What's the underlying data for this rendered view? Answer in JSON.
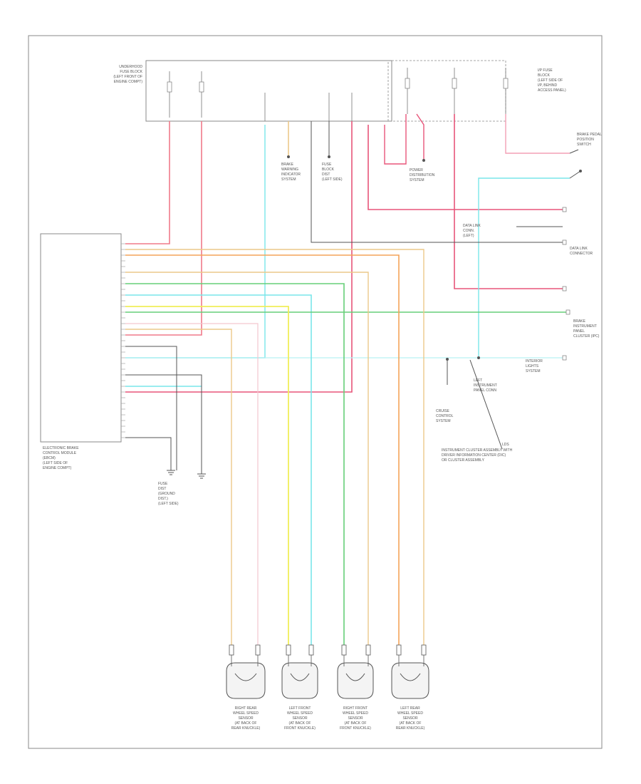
{
  "figure_id": "",
  "power_header": {
    "left_label": "",
    "right_label_1": "",
    "right_label_2": ""
  },
  "modules": {
    "ebcm": {
      "name_lines": [
        "ELECTRONIC BRAKE",
        "CONTROL MODULE",
        "(EBCM)",
        "(LEFT SIDE OF",
        "ENGINE COMPT)"
      ]
    },
    "fuse_block": {
      "name_lines": [
        "UNDERHOOD",
        "FUSE BLOCK",
        "(LEFT FRONT OF",
        "ENGINE COMPT)"
      ]
    },
    "ip_fuse_block": {
      "name_lines": [
        "I/P FUSE",
        "BLOCK",
        "(LEFT SIDE OF",
        "I/P, BEHIND",
        "ACCESS PANEL)"
      ]
    }
  },
  "references": {
    "ground_left": [
      "FUSE",
      "DIST",
      "(GROUND",
      "DIST.)",
      "(LEFT SIDE)"
    ],
    "data_link_left": [
      "DATA LINK",
      "CONN.",
      "(LEFT)"
    ],
    "brake_lamp": [
      "BRAKE",
      "WARNING",
      "INDICATOR",
      "SYSTEM"
    ],
    "fuse_ref_top": [
      "FUSE",
      "BLOCK",
      "DIST",
      "(LEFT SIDE)"
    ],
    "power_dist": [
      "POWER",
      "DISTRIBUTION",
      "SYSTEM"
    ],
    "brake_switch": [
      "BRAKE PEDAL",
      "POSITION",
      "SWITCH"
    ],
    "ip_cluster": [
      "BRAKE",
      "INSTRUMENT",
      "PANEL",
      "CLUSTER (IPC)"
    ],
    "dlc": [
      "DATA LINK",
      "CONNECTOR"
    ],
    "interior_lights": [
      "INTERIOR",
      "LIGHTS",
      "SYSTEM"
    ],
    "ld_connector": [
      "LEFT",
      "INSTRUMENT",
      "PANEL CONN"
    ],
    "cruise": [
      "CRUISE",
      "CONTROL",
      "SYSTEM"
    ],
    "cluster_note": [
      "LDS",
      "INSTRUMENT CLUSTER ASSEMBLY WITH",
      "DRIVER INFORMATION CENTER (DIC)",
      "OR CLUSTER ASSEMBLY"
    ]
  },
  "wheel_sensors": [
    {
      "name_lines": [
        "RIGHT REAR",
        "WHEEL SPEED",
        "SENSOR",
        "(AT BACK OF",
        "REAR KNUCKLE)"
      ]
    },
    {
      "name_lines": [
        "LEFT FRONT",
        "WHEEL SPEED",
        "SENSOR",
        "(AT BACK OF",
        "FRONT KNUCKLE)"
      ]
    },
    {
      "name_lines": [
        "RIGHT FRONT",
        "WHEEL SPEED",
        "SENSOR",
        "(AT BACK OF",
        "FRONT KNUCKLE)"
      ]
    },
    {
      "name_lines": [
        "LEFT REAR",
        "WHEEL SPEED",
        "SENSOR",
        "(AT BACK OF",
        "REAR KNUCKLE)"
      ]
    }
  ],
  "wire_colors": {
    "red": "#f07a8a",
    "pink": "#e8557a",
    "cyan": "#79e6ea",
    "green": "#66cf78",
    "yellow": "#f1ee5a",
    "orange": "#f4a45a",
    "tan": "#ecc98a",
    "lightpink": "#f3c6cf",
    "gray": "#555555"
  }
}
